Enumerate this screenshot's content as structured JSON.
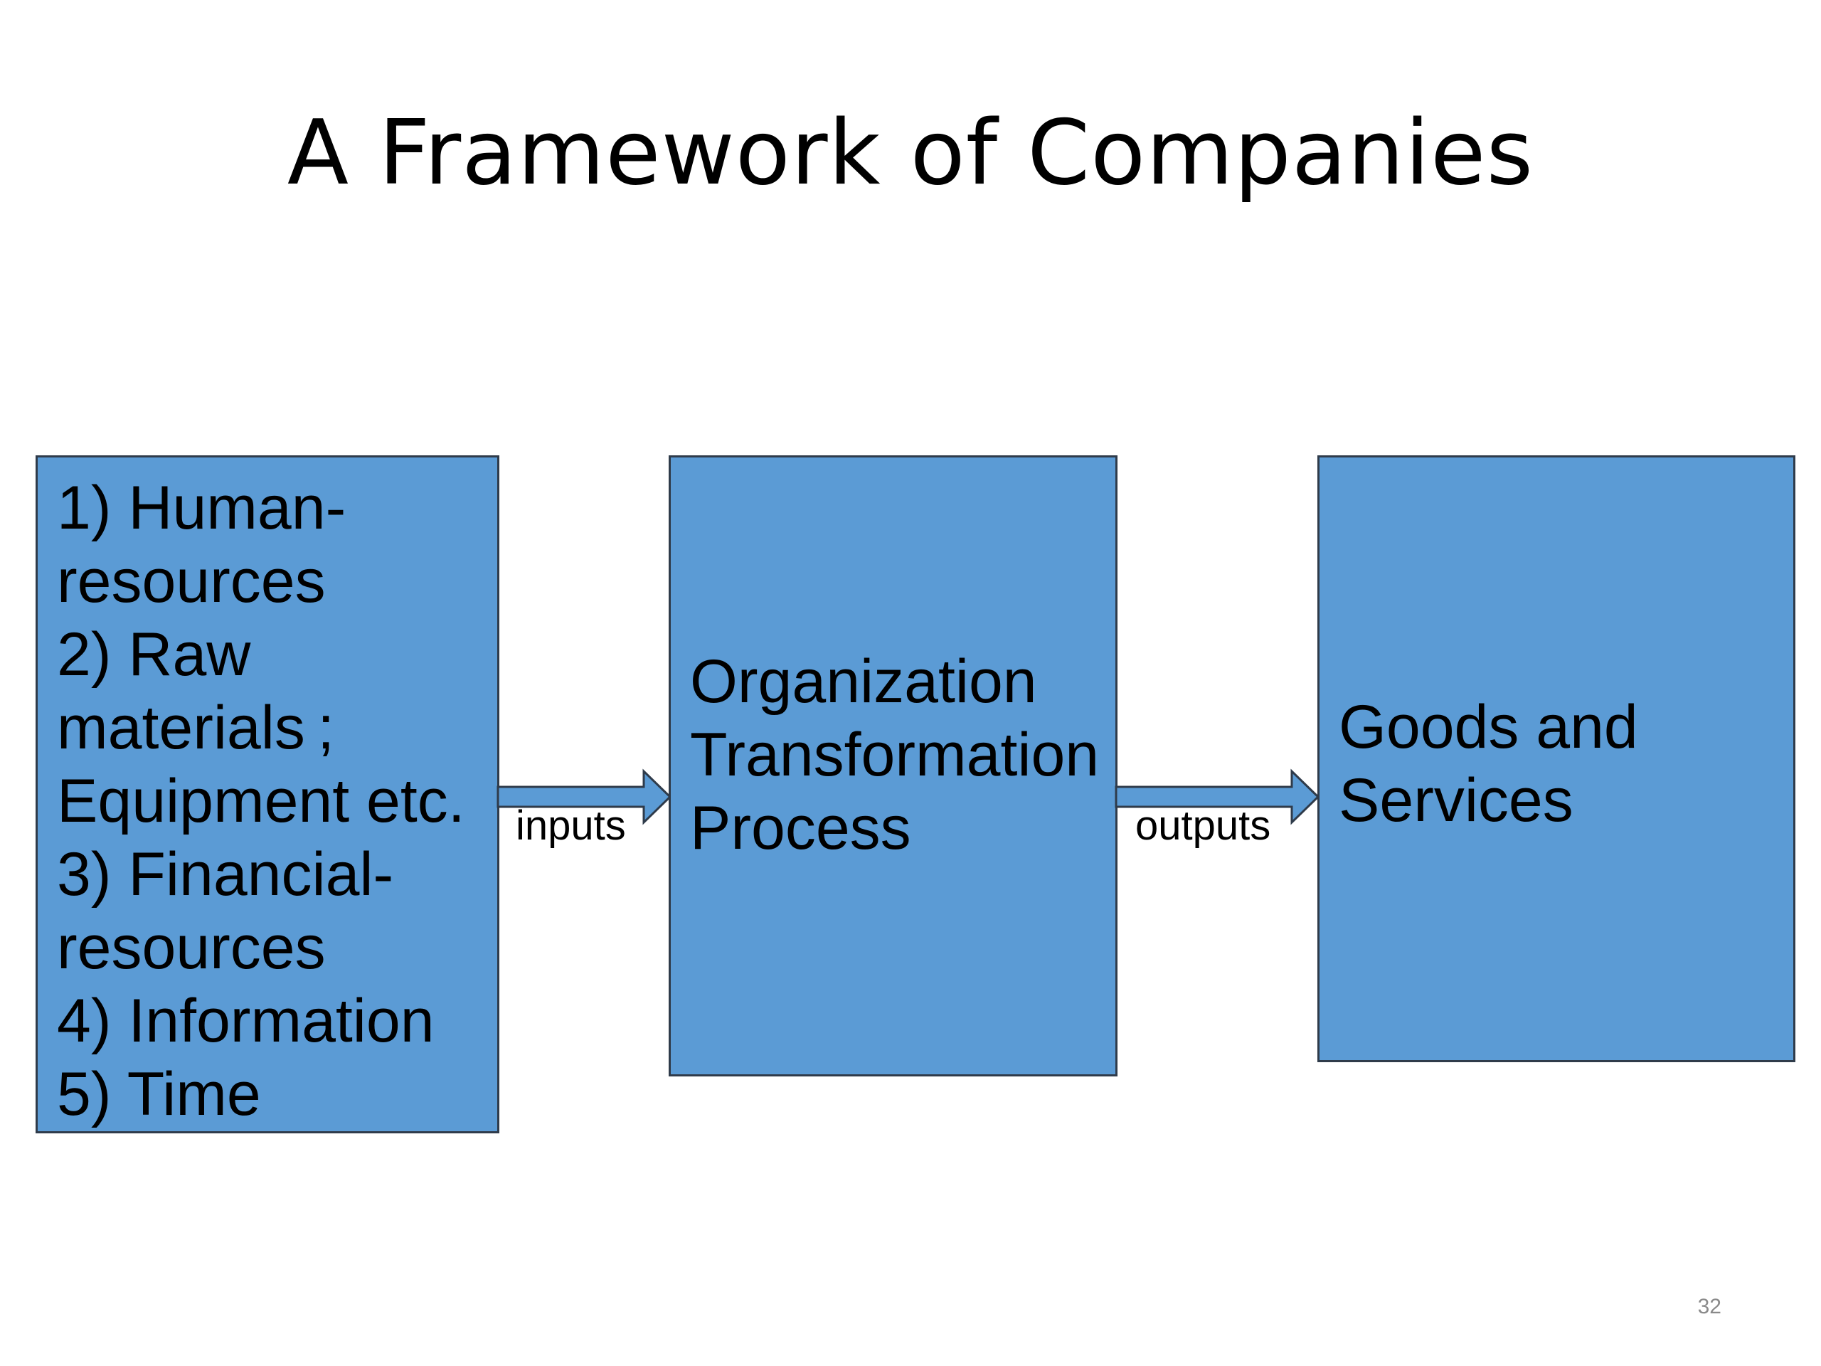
{
  "slide": {
    "title": "A Framework of Companies",
    "page_number": "32"
  },
  "diagram": {
    "input_box": {
      "lines": [
        "1) Human-",
        "resources",
        "2) Raw",
        "materials ;",
        "Equipment etc.",
        "3) Financial-",
        "resources",
        "4) Information",
        "5) Time"
      ]
    },
    "process_box": {
      "lines": [
        "Organization",
        "Transformation",
        "Process"
      ]
    },
    "output_box": {
      "lines": [
        "Goods and",
        "Services"
      ]
    },
    "arrows": {
      "inputs_label": "inputs",
      "outputs_label": "outputs"
    },
    "colors": {
      "box_fill": "#5b9bd5",
      "box_border": "#2f3b4a",
      "text": "#000000"
    }
  }
}
